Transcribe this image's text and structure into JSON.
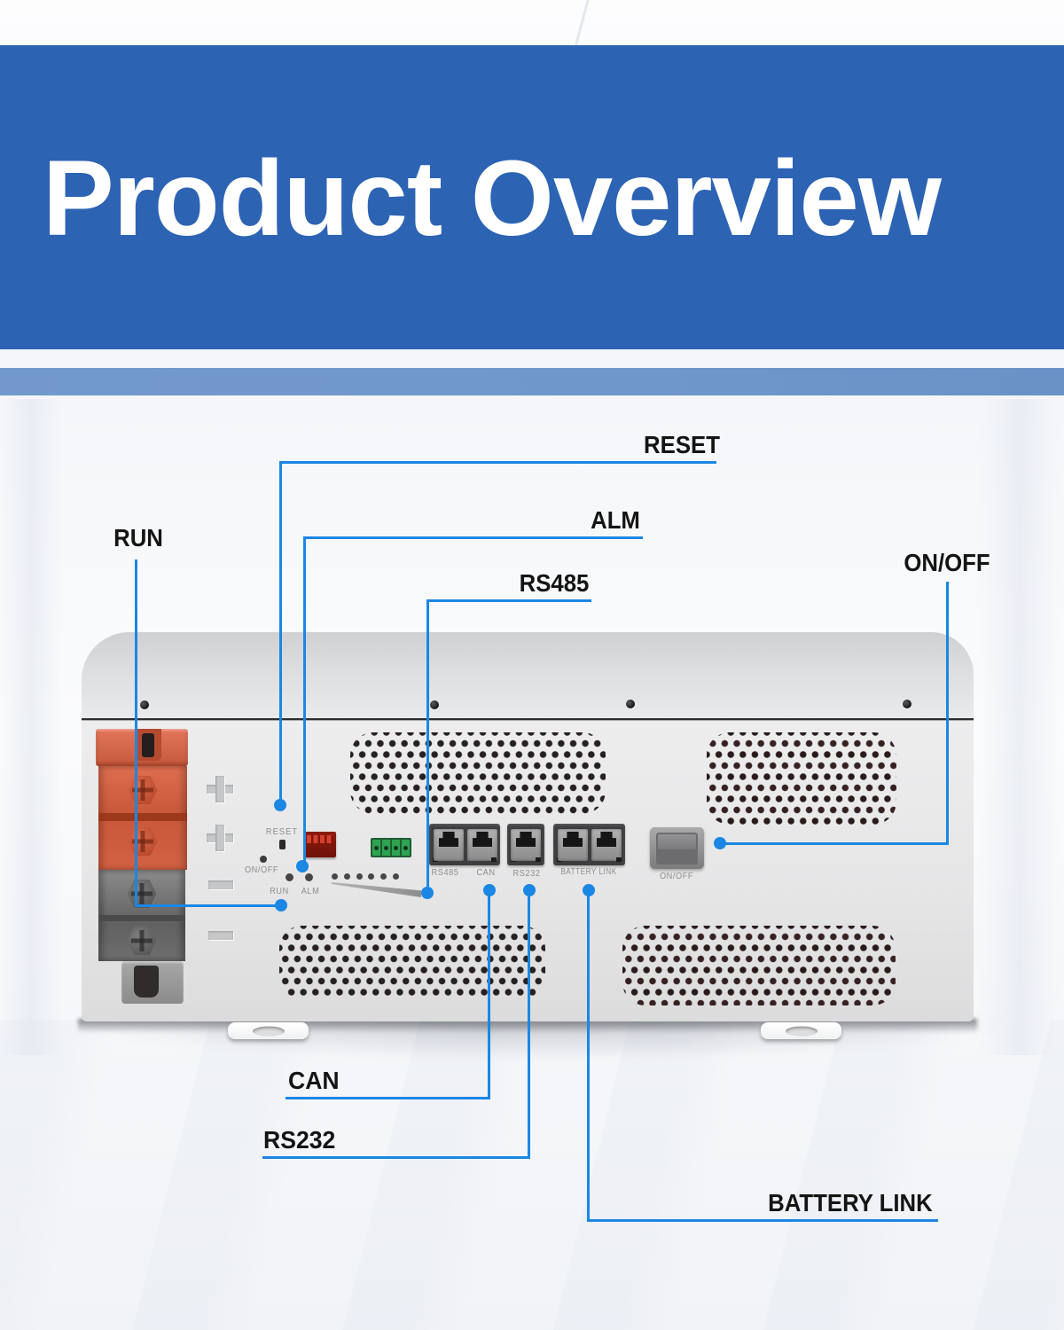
{
  "banner": {
    "title": "Product Overview"
  },
  "callouts": {
    "reset": {
      "label": "RESET"
    },
    "alm": {
      "label": "ALM"
    },
    "run": {
      "label": "RUN"
    },
    "on_off": {
      "label": "ON/OFF"
    },
    "rs485": {
      "label": "RS485"
    },
    "can": {
      "label": "CAN"
    },
    "rs232": {
      "label": "RS232"
    },
    "battery_link": {
      "label": "BATTERY LINK"
    }
  },
  "device_panel": {
    "reset_label": "RESET",
    "on_off_pinhole_label": "ON/OFF",
    "run_led_label": "RUN",
    "alm_led_label": "ALM",
    "port_labels": {
      "rs485": "RS485",
      "can": "CAN",
      "rs232": "RS232",
      "battery_link": "BATTERY LINK"
    },
    "power_switch_label": "ON/OFF"
  },
  "colors": {
    "accent_blue": "#1b87e4",
    "banner_blue": "#2d63b3",
    "stripe_blue": "#7097ca",
    "device_gray": "#e9e9e9",
    "connector_orange": "#d8603f",
    "dip_red": "#c0392b",
    "terminal_green": "#2fa351"
  }
}
